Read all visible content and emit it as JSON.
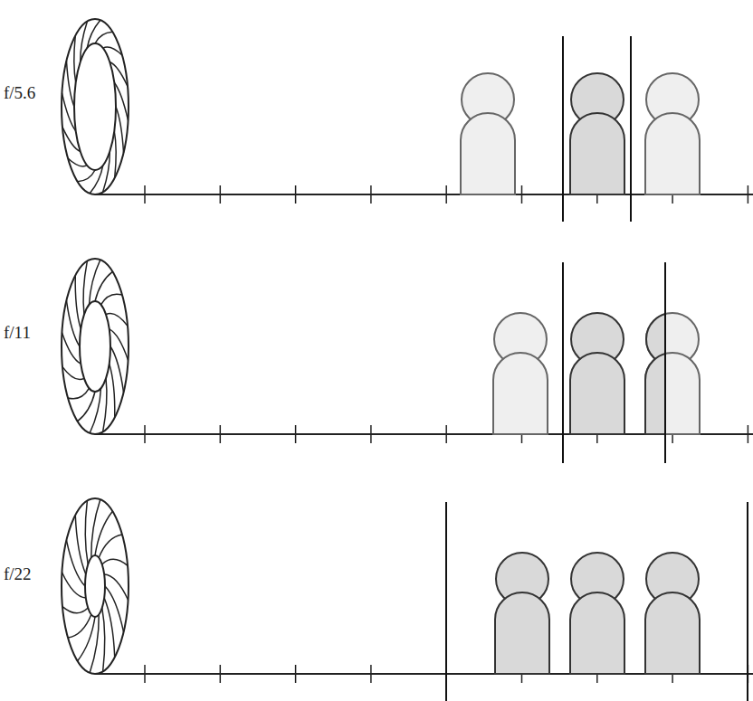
{
  "diagram": {
    "labels": [
      "f/5.6",
      "f/11",
      "f/22"
    ]
  }
}
